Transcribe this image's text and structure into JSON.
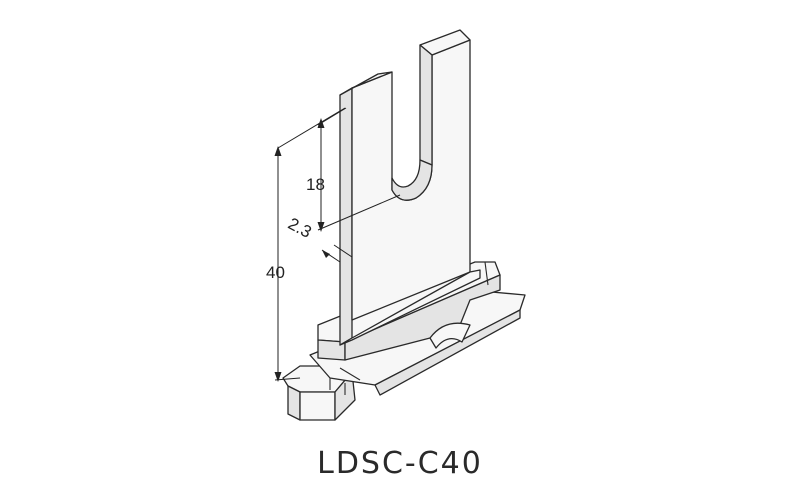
{
  "dimensions": {
    "height_total": "40",
    "height_upper": "18",
    "thickness": "2.3"
  },
  "model": "LDSC-C40"
}
